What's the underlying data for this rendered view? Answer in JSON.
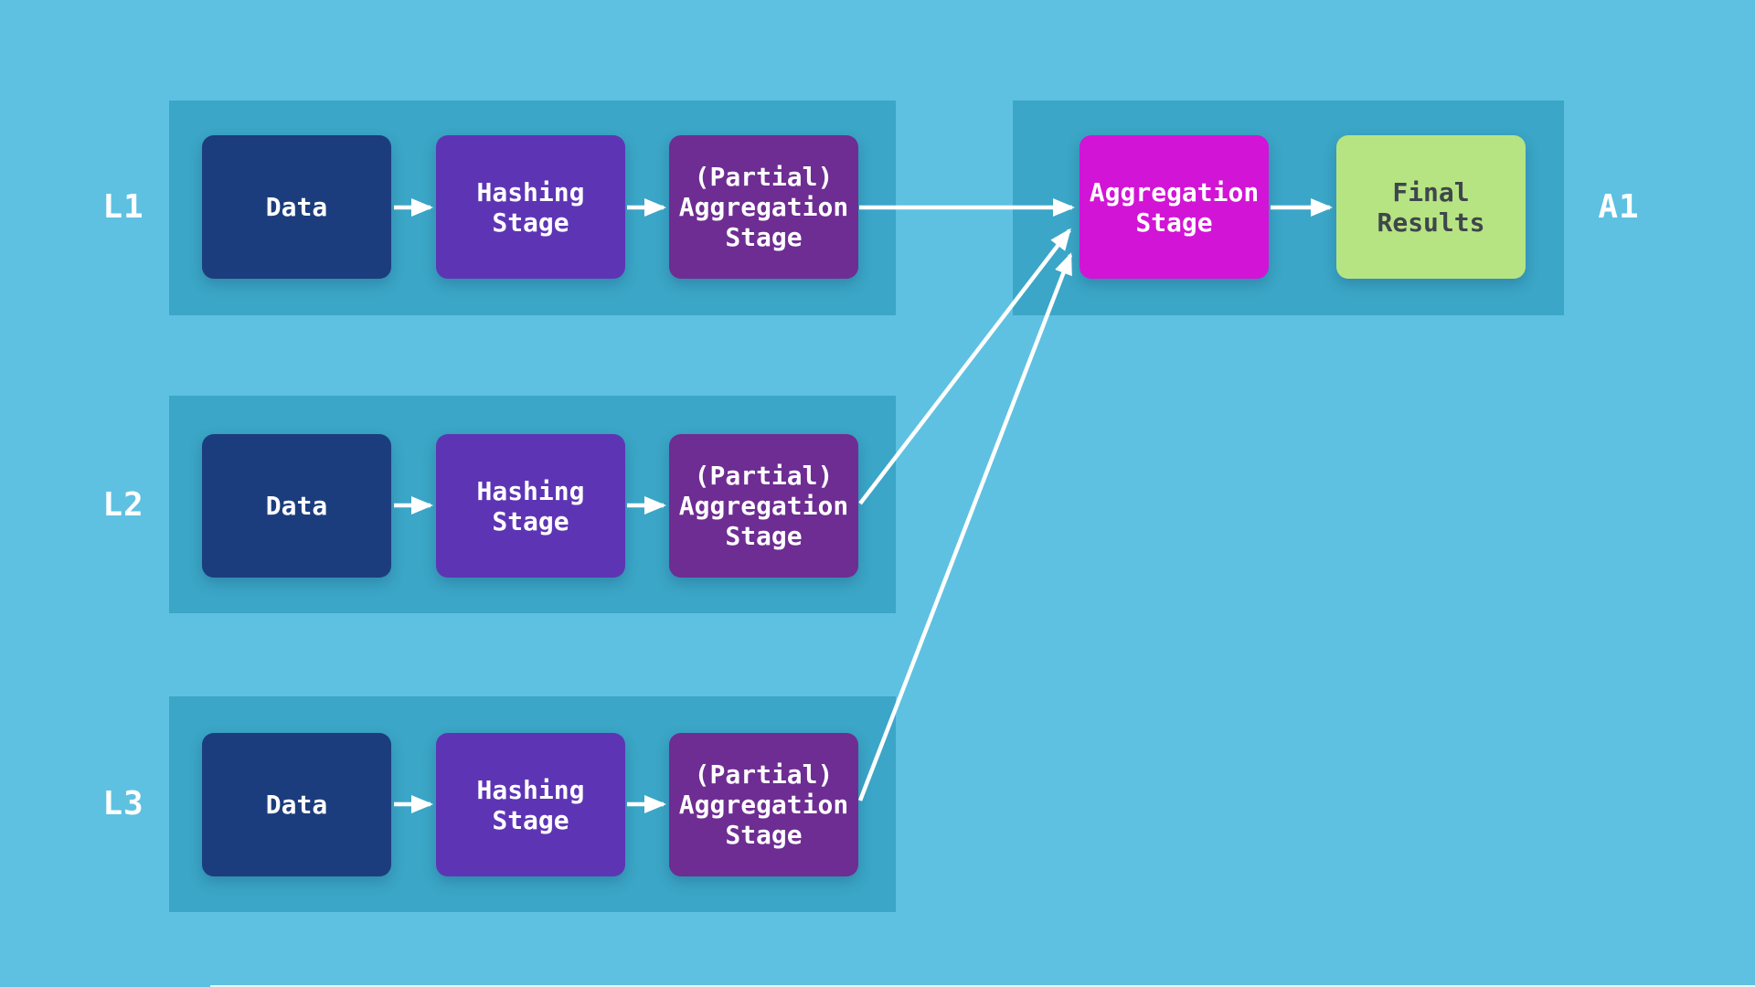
{
  "diagram": {
    "type": "flow-diagram",
    "colors": {
      "background": "#5EC1E1",
      "lane": "#3BA6C7",
      "arrow": "#FFFFFF",
      "label_text": "#FFFFFF",
      "node_data": "#1C3D7D",
      "node_hashing": "#5D35B4",
      "node_partial_agg": "#6E2D92",
      "node_aggregation": "#D214D6",
      "node_final": "#B6E483",
      "node_text_light": "#FFFFFF",
      "node_final_text": "#3F464B"
    },
    "lanes": [
      {
        "id": "L1",
        "label": "L1",
        "label_side": "left",
        "nodes": [
          {
            "id": "l1-data",
            "label": "Data"
          },
          {
            "id": "l1-hashing",
            "label": "Hashing\nStage"
          },
          {
            "id": "l1-partial-agg",
            "label": "(Partial)\nAggregation\nStage"
          }
        ]
      },
      {
        "id": "L2",
        "label": "L2",
        "label_side": "left",
        "nodes": [
          {
            "id": "l2-data",
            "label": "Data"
          },
          {
            "id": "l2-hashing",
            "label": "Hashing\nStage"
          },
          {
            "id": "l2-partial-agg",
            "label": "(Partial)\nAggregation\nStage"
          }
        ]
      },
      {
        "id": "L3",
        "label": "L3",
        "label_side": "left",
        "nodes": [
          {
            "id": "l3-data",
            "label": "Data"
          },
          {
            "id": "l3-hashing",
            "label": "Hashing\nStage"
          },
          {
            "id": "l3-partial-agg",
            "label": "(Partial)\nAggregation\nStage"
          }
        ]
      },
      {
        "id": "A1",
        "label": "A1",
        "label_side": "right",
        "nodes": [
          {
            "id": "a1-aggregation",
            "label": "Aggregation\nStage"
          },
          {
            "id": "a1-final-results",
            "label": "Final\nResults"
          }
        ]
      }
    ],
    "edges": [
      {
        "from": "l1-data",
        "to": "l1-hashing"
      },
      {
        "from": "l1-hashing",
        "to": "l1-partial-agg"
      },
      {
        "from": "l1-partial-agg",
        "to": "a1-aggregation"
      },
      {
        "from": "l2-data",
        "to": "l2-hashing"
      },
      {
        "from": "l2-hashing",
        "to": "l2-partial-agg"
      },
      {
        "from": "l2-partial-agg",
        "to": "a1-aggregation"
      },
      {
        "from": "l3-data",
        "to": "l3-hashing"
      },
      {
        "from": "l3-hashing",
        "to": "l3-partial-agg"
      },
      {
        "from": "l3-partial-agg",
        "to": "a1-aggregation"
      },
      {
        "from": "a1-aggregation",
        "to": "a1-final-results"
      }
    ]
  }
}
